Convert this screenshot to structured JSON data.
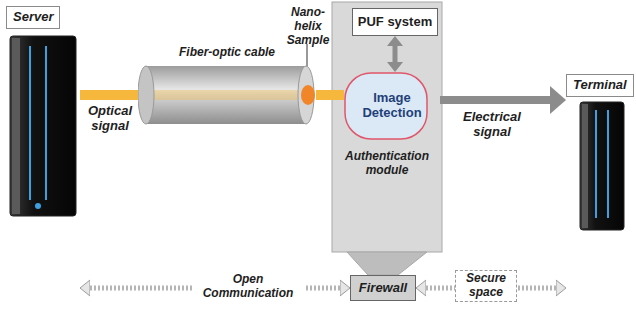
{
  "diagram": {
    "nodes": [
      {
        "text": [
          "Server"
        ]
      },
      {
        "text": [
          "Fiber-optic cable"
        ]
      },
      {
        "text": [
          "Authentication module"
        ]
      },
      {
        "text": [
          "PUF system"
        ],
        "in": 2
      },
      {
        "text": [
          "Image Detection"
        ],
        "in": 2
      },
      {
        "text": [
          "Terminal"
        ]
      },
      {
        "text": [
          "Firewall"
        ]
      }
    ],
    "edges": [
      {
        "from": 0,
        "to": 1,
        "arrow": "none",
        "label": "Optical signal"
      },
      {
        "from": 1,
        "to": 4,
        "arrow": "none"
      },
      {
        "from": 3,
        "to": 4,
        "arrow": "both"
      },
      {
        "from": 4,
        "to": 5,
        "arrow": "to",
        "label": "Electrical signal"
      },
      {
        "from": 2,
        "to": 6,
        "arrow": "none"
      },
      {
        "from": 0,
        "to": 6,
        "arrow": "both",
        "label": "Open Communication"
      },
      {
        "from": 6,
        "to": 5,
        "arrow": "both",
        "label": "Secure space"
      }
    ],
    "labels": [
      "Nano-helix Sample"
    ]
  }
}
